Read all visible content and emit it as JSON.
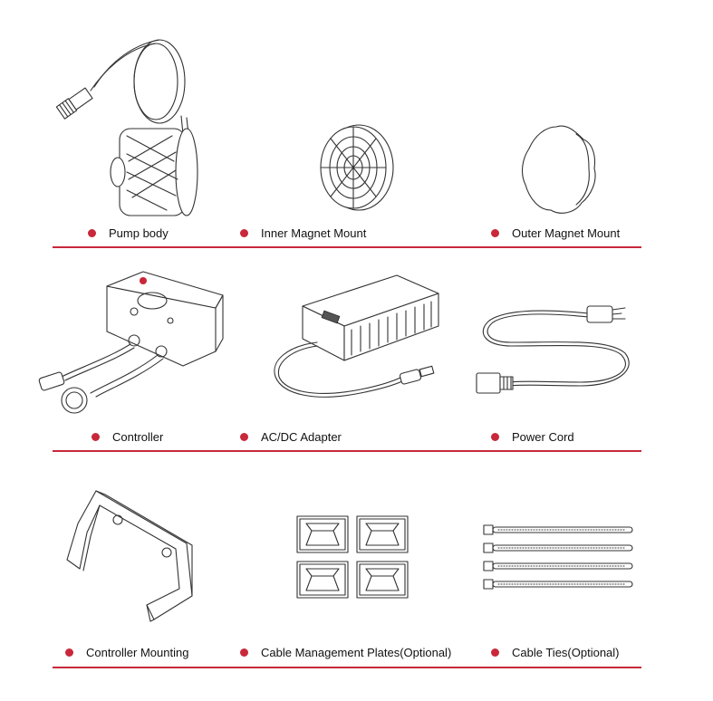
{
  "colors": {
    "accent": "#c8283a",
    "line": "#333333"
  },
  "rows": [
    {
      "items": [
        {
          "label": "Pump body",
          "icon": "pump-body-illustration"
        },
        {
          "label": "Inner Magnet Mount",
          "icon": "inner-magnet-mount-illustration"
        },
        {
          "label": "Outer Magnet Mount",
          "icon": "outer-magnet-mount-illustration"
        }
      ]
    },
    {
      "items": [
        {
          "label": "Controller",
          "icon": "controller-illustration"
        },
        {
          "label": "AC/DC Adapter",
          "icon": "adapter-illustration"
        },
        {
          "label": "Power Cord",
          "icon": "power-cord-illustration"
        }
      ]
    },
    {
      "items": [
        {
          "label": "Controller Mounting",
          "icon": "controller-mounting-illustration"
        },
        {
          "label": "Cable Management Plates(Optional)",
          "icon": "cable-plates-illustration"
        },
        {
          "label": "Cable Ties(Optional)",
          "icon": "cable-ties-illustration"
        }
      ]
    }
  ]
}
